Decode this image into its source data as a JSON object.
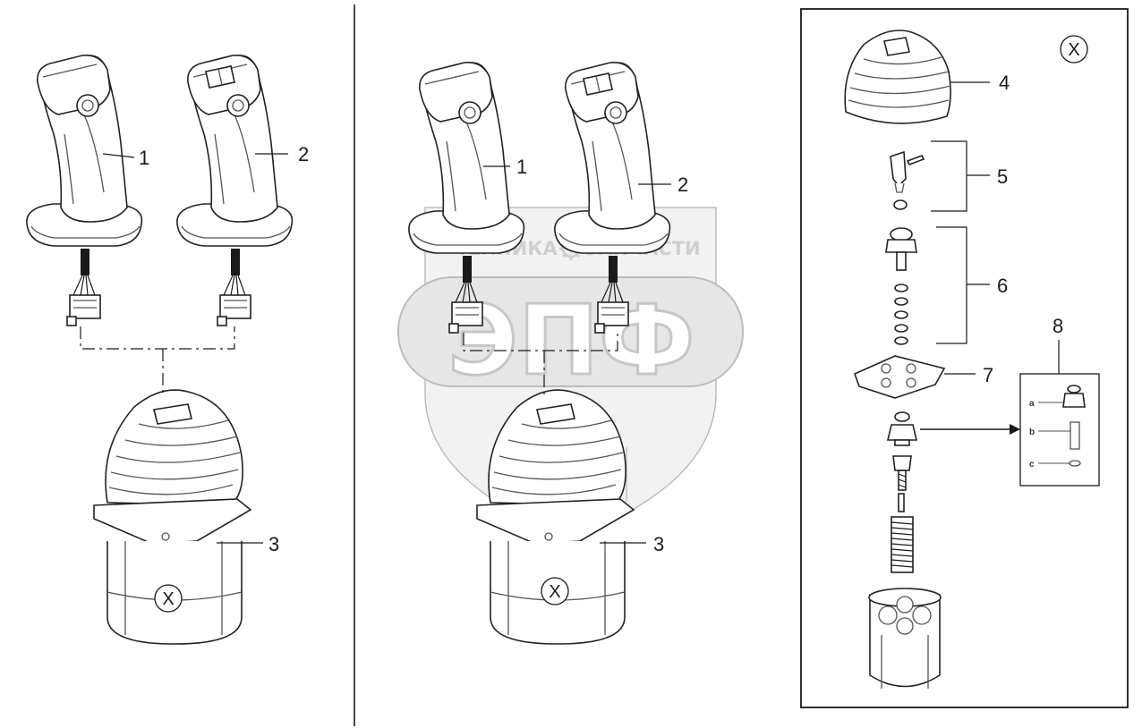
{
  "callouts": {
    "left": {
      "handle_a": "1",
      "handle_b": "2",
      "base": "3",
      "detail_marker": "X"
    },
    "middle": {
      "handle_a": "1",
      "handle_b": "2",
      "base": "3",
      "detail_marker": "X"
    },
    "detail": {
      "marker": "X",
      "boot": "4",
      "pin_set": "5",
      "stack": "6",
      "plate": "7",
      "inset": "8",
      "inset_a": "a",
      "inset_b": "b",
      "inset_c": "c"
    }
  },
  "watermark": {
    "line1_left": "ТЕХНИКА",
    "gear_icon": "gear-icon",
    "line1_right": "ЗАПЧАСТИ",
    "big": "ЭПФ"
  },
  "colors": {
    "ink": "#1a1a1a",
    "watermark": "#c7c7c7",
    "background": "#ffffff"
  }
}
